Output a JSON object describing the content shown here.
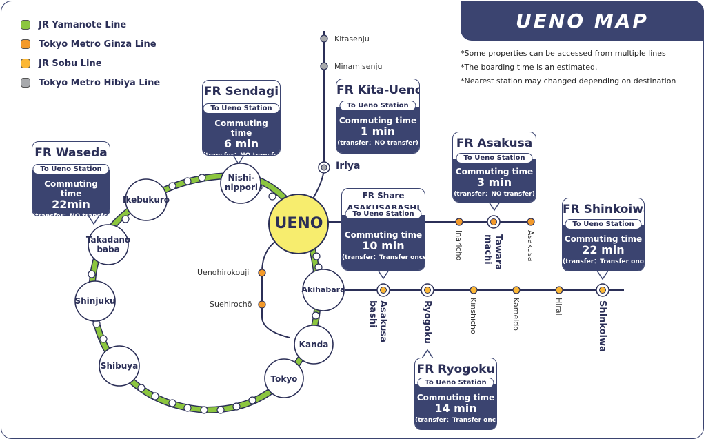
{
  "title": "UENO  MAP",
  "notes": [
    "*Some properties can be accessed from multiple lines",
    "*The boarding time is an estimated.",
    "*Nearest station may changed depending on destination"
  ],
  "legend": [
    {
      "label": "JR Yamanote Line",
      "color": "#8cc63f"
    },
    {
      "label": "Tokyo Metro Ginza Line",
      "color": "#f39a2a"
    },
    {
      "label": "JR Sobu Line",
      "color": "#fbb735"
    },
    {
      "label": "Tokyo Metro Hibiya Line",
      "color": "#a7a9ac"
    }
  ],
  "colors": {
    "navy": "#3b4470",
    "ueno_fill": "#f7ed6e",
    "yamanote": "#8cc63f",
    "ginza": "#f39a2a"
  },
  "stations": {
    "ueno": "UENO",
    "nishinippori": "Nishi-\nnippori",
    "ikebukuro": "Ikebukuro",
    "takadanobaba": "Takadano\nbaba",
    "shinjuku": "Shinjuku",
    "shibuya": "Shibuya",
    "tokyo": "Tokyo",
    "kanda": "Kanda",
    "akihabara": "Akihabara",
    "iriya": "Iriya",
    "kitasenju": "Kitasenju",
    "minamisenju": "Minamisenju",
    "uenohirokouji": "Uenohirokouji",
    "suehirocho": "Suehirochō",
    "inaricho": "Inaricho",
    "tawaramachi": "Tawara\nmachi",
    "asakusa": "Asakusa",
    "asakusabashi": "Asakusa\nbashi",
    "ryogoku": "Ryogoku",
    "kinshicho": "Kinshicho",
    "kameido": "Kameido",
    "hirai": "Hirai",
    "shinkoiwa": "Shinkoiwa"
  },
  "cards": [
    {
      "id": "waseda",
      "fr": "FR Waseda",
      "to": "To Ueno Station",
      "label": "Commuting time",
      "time": "22min",
      "transfer": "(transfer：NO transfer)"
    },
    {
      "id": "sendagi",
      "fr": "FR Sendagi",
      "to": "To Ueno Station",
      "label": "Commuting time",
      "time": "6 min",
      "transfer": "(transfer：NO transfer)"
    },
    {
      "id": "kitaueno",
      "fr": "FR Kita-Ueno",
      "to": "To Ueno Station",
      "label": "Commuting time",
      "time": "1 min",
      "transfer": "(transfer：NO transfer)"
    },
    {
      "id": "asakusa",
      "fr": "FR  Asakusa",
      "to": "To Ueno Station",
      "label": "Commuting time",
      "time": "3 min",
      "transfer": "(transfer：NO transfer)"
    },
    {
      "id": "asakusabashi",
      "fr_line1": "FR Share",
      "fr_line2": "ASAKUSABASHI",
      "to": "To Ueno Station",
      "label": "Commuting time",
      "time": "10 min",
      "transfer": "(transfer：Transfer once)"
    },
    {
      "id": "shinkoiwa",
      "fr": "FR  Shinkoiwa",
      "to": "To Ueno Station",
      "label": "Commuting time",
      "time": "22 min",
      "transfer": "(transfer：Transfer once)"
    },
    {
      "id": "ryogoku",
      "fr": "FR Ryogoku",
      "to": "To Ueno Station",
      "label": "Commuting time",
      "time": "14 min",
      "transfer": "(transfer：Transfer once)"
    }
  ]
}
